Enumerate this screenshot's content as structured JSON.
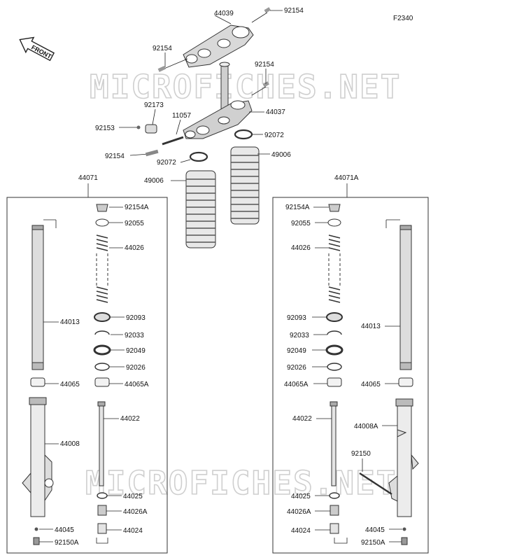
{
  "diagram_code": "F2340",
  "front_label": "FRONT",
  "watermark": "MICROFICHES.NET",
  "labels": {
    "p44039": "44039",
    "p92154_top": "92154",
    "p92154_left": "92154",
    "p92154_right": "92154",
    "p92173": "92173",
    "p11057": "11057",
    "p44037": "44037",
    "p92153": "92153",
    "p92072_right": "92072",
    "p92154_bottom": "92154",
    "p49006_right": "49006",
    "p92072_left": "92072",
    "p49006_left": "49006",
    "p44071": "44071",
    "p44071A": "44071A",
    "L_92154A": "92154A",
    "L_92055": "92055",
    "L_44026": "44026",
    "L_44013": "44013",
    "L_92093": "92093",
    "L_92033": "92033",
    "L_92049": "92049",
    "L_92026": "92026",
    "L_44065": "44065",
    "L_44065A": "44065A",
    "L_44022": "44022",
    "L_44008": "44008",
    "L_44025": "44025",
    "L_44026A": "44026A",
    "L_44045": "44045",
    "L_44024": "44024",
    "L_92150A": "92150A",
    "R_92154A": "92154A",
    "R_92055": "92055",
    "R_44026": "44026",
    "R_92093": "92093",
    "R_44013": "44013",
    "R_92033": "92033",
    "R_92049": "92049",
    "R_92026": "92026",
    "R_44065A": "44065A",
    "R_44065": "44065",
    "R_44022": "44022",
    "R_44008A": "44008A",
    "R_92150": "92150",
    "R_44025": "44025",
    "R_44026A": "44026A",
    "R_44045": "44045",
    "R_44024": "44024",
    "R_92150A": "92150A"
  }
}
